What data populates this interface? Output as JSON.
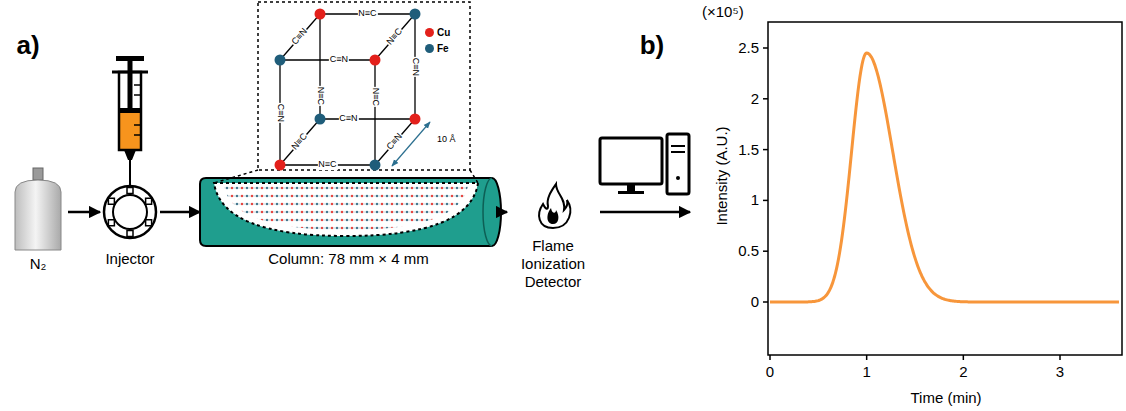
{
  "diagram": {
    "nodes": [
      {
        "text": [
          "N₂"
        ]
      },
      {
        "text": [
          "Injector"
        ]
      },
      {
        "text": [
          "Column: 78 mm × 4 mm"
        ]
      },
      {
        "text": [
          "Flame Ionization Detector"
        ]
      }
    ],
    "edges": [
      {
        "from": 0,
        "to": 1,
        "arrow": "to"
      },
      {
        "from": 1,
        "to": 2,
        "arrow": "to"
      },
      {
        "from": 2,
        "to": 3,
        "arrow": "to"
      }
    ],
    "labels": [
      "a)",
      "b)",
      "N≡C",
      "C≡N",
      "C≡N",
      "N≡C",
      "N≡C",
      "C≡N",
      "C≡N",
      "N≡C",
      "C≡N",
      "N≡C",
      "N≡C",
      "C≡N",
      "10 Å",
      "(×10⁵)",
      "2.5",
      "2",
      "1.5",
      "1",
      "0.5",
      "0",
      "0",
      "1",
      "2",
      "3",
      "Intensity (A.U.)",
      "Time (min)"
    ],
    "legend": [
      {
        "text": "Cu",
        "color": "#e3201b"
      },
      {
        "text": "Fe",
        "color": "#1f5d7a"
      }
    ]
  }
}
